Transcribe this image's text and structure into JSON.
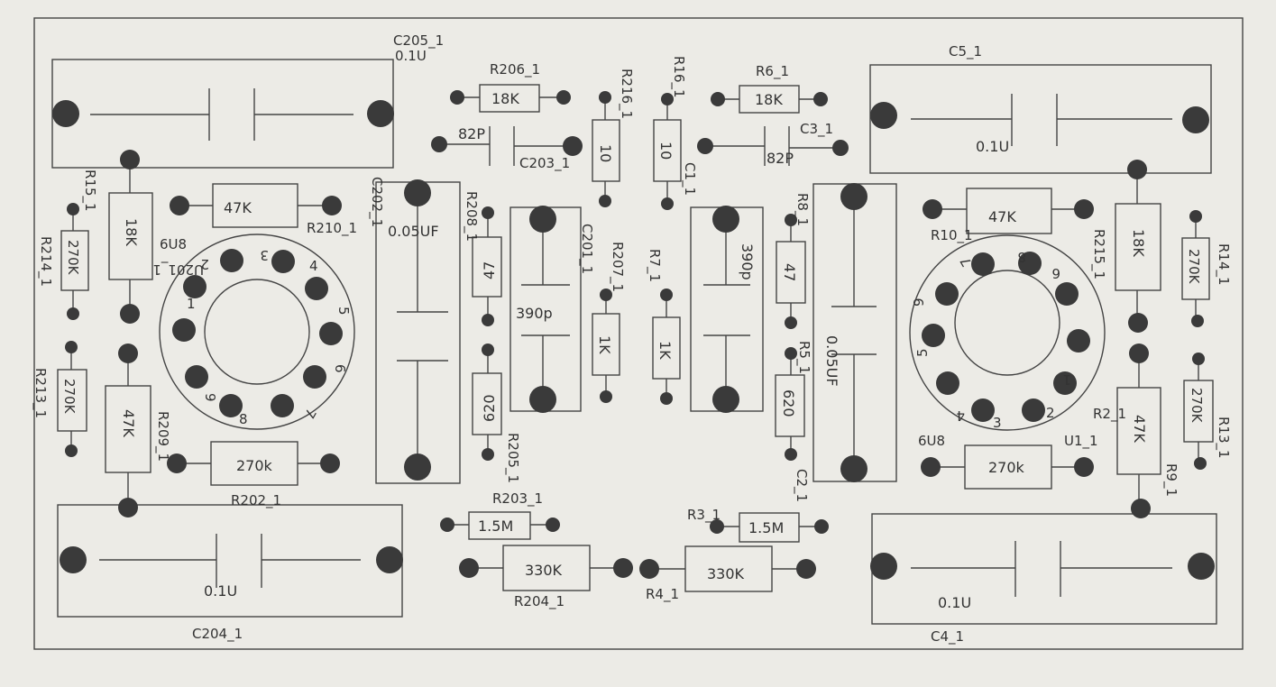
{
  "labels": {
    "c205_ref": "C205_1",
    "c205_val": "0.1U",
    "c5_ref": "C5_1",
    "c5_val": "0.1U",
    "c204_ref": "C204_1",
    "c204_val": "0.1U",
    "c4_ref": "C4_1",
    "c4_val": "0.1U",
    "r206_ref": "R206_1",
    "r206_val": "18K",
    "r6_ref": "R6_1",
    "r6_val": "18K",
    "r216_ref": "R216_1",
    "r216_val": "10",
    "r16_ref": "R16_1",
    "r16_val": "10",
    "c203_ref": "C203_1",
    "c203_val": "82P",
    "c3_ref": "C3_1",
    "c3_val": "82P",
    "c1_ref": "C1_1",
    "r15_ref": "R15_1",
    "r15_val": "18K",
    "r215_ref": "R215_1",
    "r215_val": "18K",
    "r210_ref": "R210_1",
    "r210_val": "47K",
    "r10_ref": "R10_1",
    "r10_val": "47K",
    "c202_ref": "C202_1",
    "c202_val": "0.05UF",
    "c2_ref": "C2_1",
    "c2_val": "0.05UF",
    "r208_ref": "R208_1",
    "r208_val": "47",
    "r8_ref": "R8_1",
    "r8_val": "47",
    "c201_ref": "C201_1",
    "c201_val": "390p",
    "c1_val": "390p",
    "r207_ref": "R207_1",
    "r207_val": "1K",
    "r7_ref": "R7_1",
    "r7_val": "1K",
    "r214_ref": "R214_1",
    "r214_val": "270K",
    "r14_ref": "R14_1",
    "r14_val": "270K",
    "r213_ref": "R213_1",
    "r213_val": "270K",
    "r13_ref": "R13_1",
    "r13_val": "270K",
    "r209_ref": "R209_1",
    "r209_val": "47K",
    "r9_ref": "R9_1",
    "r9_val": "47K",
    "r202_ref": "R202_1",
    "r202_val": "270k",
    "r2_ref": "R2_1",
    "r2_val": "270k",
    "r205_ref": "R205_1",
    "r205_val": "620",
    "r5_ref": "R5_1",
    "r5_val": "620",
    "r203_ref": "R203_1",
    "r203_val": "1.5M",
    "r3_ref": "R3_1",
    "r3_val": "1.5M",
    "r204_ref": "R204_1",
    "r204_val": "330K",
    "r4_ref": "R4_1",
    "r4_val": "330K",
    "u201_ref": "U201_1",
    "u201_type": "6U8",
    "u1_ref": "U1_1",
    "u1_type": "6U8",
    "pin1": "1",
    "pin2": "2",
    "pin3": "3",
    "pin4": "4",
    "pin5": "5",
    "pin6": "6",
    "pin7": "7",
    "pin8": "8",
    "pin9": "9"
  }
}
